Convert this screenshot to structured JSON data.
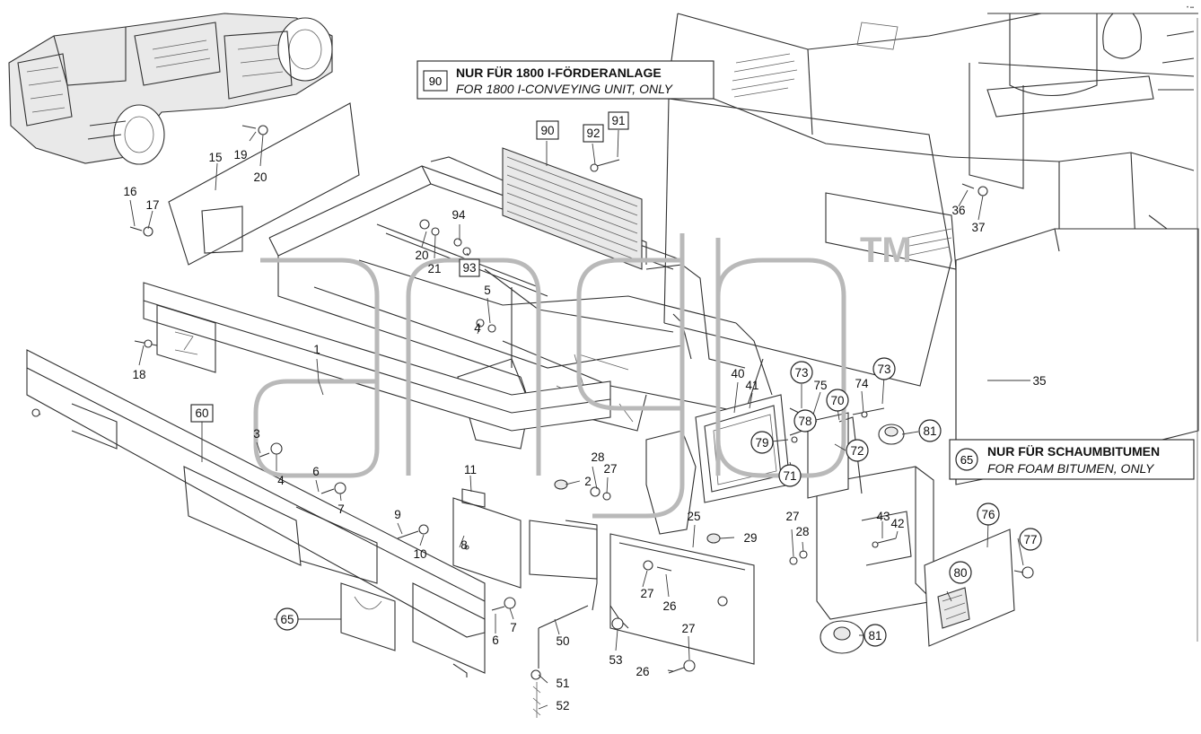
{
  "notes": {
    "conveying": {
      "code": "90",
      "de": "NUR FÜR 1800 I-FÖRDERANLAGE",
      "en": "FOR 1800 I-CONVEYING UNIT, ONLY"
    },
    "foam": {
      "code": "65",
      "de": "NUR FÜR SCHAUMBITUMEN",
      "en": "FOR FOAM BITUMEN, ONLY"
    }
  },
  "watermark_tm": "TM",
  "labels": {
    "p1": "1",
    "p2": "2",
    "p3": "3",
    "p4a": "4",
    "p4b": "4",
    "p5": "5",
    "p6a": "6",
    "p6b": "6",
    "p7a": "7",
    "p7b": "7",
    "p8": "8",
    "p9": "9",
    "p10": "10",
    "p11": "11",
    "p15": "15",
    "p16": "16",
    "p17": "17",
    "p18": "18",
    "p19": "19",
    "p20a": "20",
    "p20b": "20",
    "p21": "21",
    "p25": "25",
    "p26a": "26",
    "p26b": "26",
    "p27a": "27",
    "p27b": "27",
    "p27c": "27",
    "p27d": "27",
    "p28a": "28",
    "p28b": "28",
    "p29": "29",
    "p35": "35",
    "p36": "36",
    "p37": "37",
    "p40": "40",
    "p41": "41",
    "p42": "42",
    "p43": "43",
    "p50": "50",
    "p51": "51",
    "p52": "52",
    "p53": "53",
    "p60": "60",
    "p65": "65",
    "p70": "70",
    "p71": "71",
    "p72": "72",
    "p73a": "73",
    "p73b": "73",
    "p74": "74",
    "p75": "75",
    "p76": "76",
    "p77": "77",
    "p78": "78",
    "p79": "79",
    "p80": "80",
    "p81a": "81",
    "p81b": "81",
    "p90": "90",
    "p91": "91",
    "p92": "92",
    "p93": "93",
    "p94": "94"
  }
}
